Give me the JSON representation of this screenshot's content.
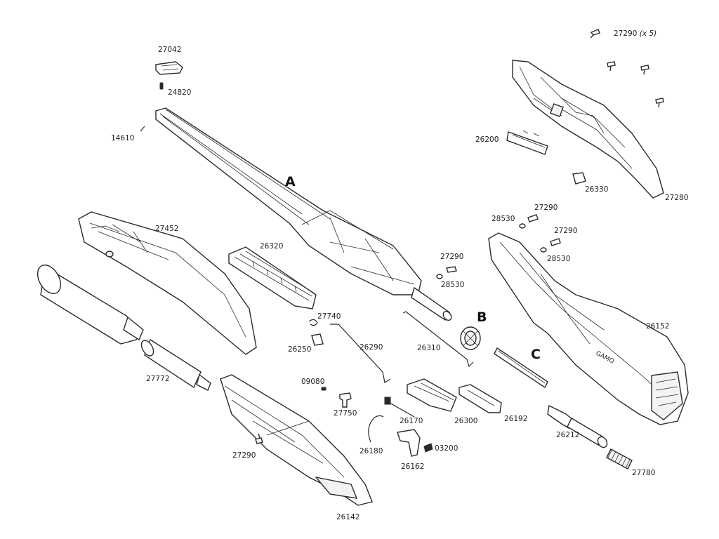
{
  "sections": {
    "a": "A",
    "b": "B",
    "c": "C"
  },
  "parts": {
    "p27042": "27042",
    "p24820": "24820",
    "p14610": "14610",
    "p27290_top": "27290",
    "p27290_top_qty": "(x 5)",
    "p26200": "26200",
    "p26330": "26330",
    "p27280": "27280",
    "p27452": "27452",
    "p26320": "26320",
    "p27290_mid": "27290",
    "p28530_mid": "28530",
    "p28530_ra": "28530",
    "p27290_ra": "27290",
    "p27290_rb": "27290",
    "p28530_rb": "28530",
    "p27740": "27740",
    "p26250": "26250",
    "p26290": "26290",
    "p26310": "26310",
    "p26152": "26152",
    "p27772": "27772",
    "p09080": "09080",
    "p27750": "27750",
    "p26170": "26170",
    "p26300": "26300",
    "p26192": "26192",
    "p26180": "26180",
    "p03200": "03200",
    "p26162": "26162",
    "p27290_bot": "27290",
    "p26212": "26212",
    "p27780": "27780",
    "p26142": "26142"
  },
  "colors": {
    "line": "#2a2a2a",
    "background": "#ffffff"
  }
}
